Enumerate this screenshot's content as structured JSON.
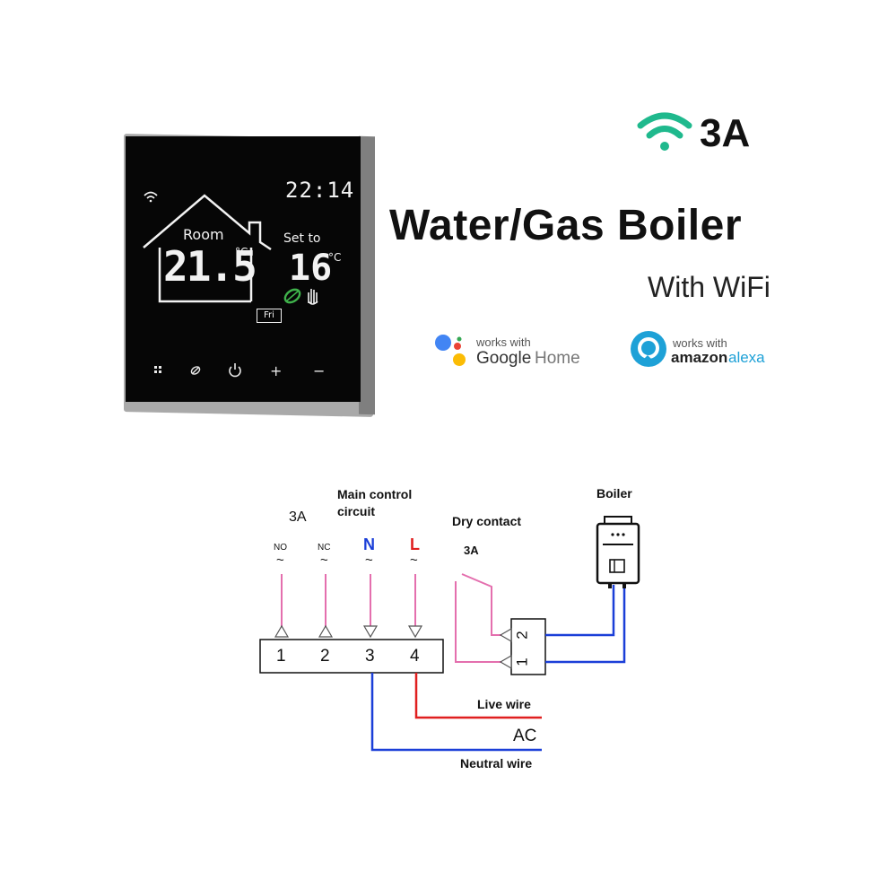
{
  "device": {
    "time": "22:14",
    "room_label": "Room",
    "room_temp": "21.5",
    "room_unit": "°C",
    "set_label": "Set to",
    "set_temp": "16",
    "set_unit": "°C",
    "day": "Fri",
    "buttons": [
      "+",
      "−"
    ]
  },
  "header": {
    "amperage": "3A",
    "title": "Water/Gas Boiler",
    "subtitle": "With WiFi"
  },
  "badges": {
    "google": {
      "small": "works with",
      "big": "Google",
      "suffix": "Home"
    },
    "alexa": {
      "small": "works with",
      "amazon": "amazon",
      "alexa": "alexa"
    }
  },
  "wiring": {
    "main_control_line1": "Main control",
    "main_control_line2": "circuit",
    "amperage": "3A",
    "terminals": [
      {
        "label": "NO",
        "num": "1"
      },
      {
        "label": "NC",
        "num": "2"
      },
      {
        "label": "N",
        "num": "3"
      },
      {
        "label": "L",
        "num": "4"
      }
    ],
    "tilde": "~",
    "dry_contact": "Dry contact",
    "dry_contact_amp": "3A",
    "dry_terminals": [
      "2",
      "1"
    ],
    "boiler": "Boiler",
    "live_wire": "Live wire",
    "ac": "AC",
    "neutral_wire": "Neutral wire"
  },
  "colors": {
    "wifi_green": "#1fb98d",
    "wire_pink": "#e46fae",
    "wire_blue": "#1b3fd8",
    "wire_red": "#e01f1f",
    "leaf_green": "#3fb24b"
  }
}
